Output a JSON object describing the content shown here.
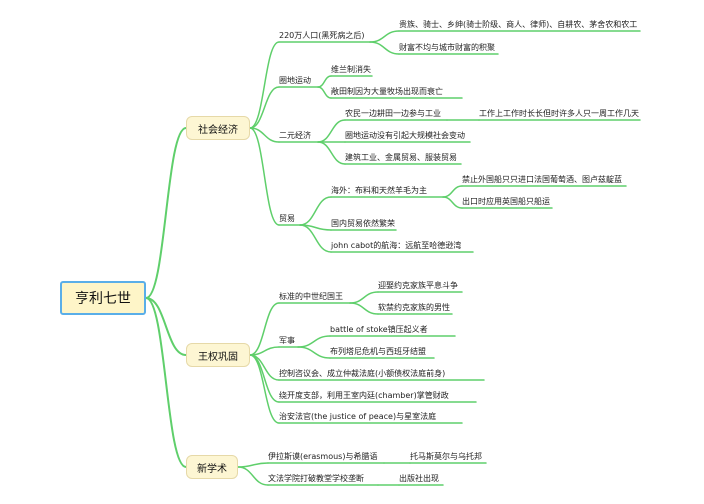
{
  "root": "亨利七世",
  "branches": [
    {
      "label": "社会经济",
      "children": [
        {
          "label": "220万人口(黑死病之后)",
          "children": [
            {
              "label": "贵族、骑士、乡绅(骑士阶级、商人、律师)、自耕农、茅舍农和农工"
            },
            {
              "label": "财富不均与城市财富的积聚"
            }
          ]
        },
        {
          "label": "圈地运动",
          "children": [
            {
              "label": "维兰制消失"
            },
            {
              "label": "敞田制因为大量牧场出现而衰亡"
            }
          ]
        },
        {
          "label": "二元经济",
          "children": [
            {
              "label": "农民一边耕田一边参与工业",
              "children": [
                {
                  "label": "工作上工作时长长但时许多人只一周工作几天"
                }
              ]
            },
            {
              "label": "圈地运动没有引起大规模社会变动"
            },
            {
              "label": "建筑工业、金属贸易、服装贸易"
            }
          ]
        },
        {
          "label": "贸易",
          "children": [
            {
              "label": "海外：布料和天然羊毛为主",
              "children": [
                {
                  "label": "禁止外国船只只进口法国葡萄酒、图卢兹靛蓝"
                },
                {
                  "label": "出口时应用英国船只船运"
                }
              ]
            },
            {
              "label": "国内贸易依然繁荣"
            },
            {
              "label": "john cabot的航海：远航至哈德逊湾"
            }
          ]
        }
      ]
    },
    {
      "label": "王权巩固",
      "children": [
        {
          "label": "标准的中世纪国王",
          "children": [
            {
              "label": "迎娶约克家族平息斗争"
            },
            {
              "label": "软禁约克家族的男性"
            }
          ]
        },
        {
          "label": "军事",
          "children": [
            {
              "label": "battle of stoke镇压起义者"
            },
            {
              "label": "布列塔尼危机与西班牙结盟"
            }
          ]
        },
        {
          "label": "控制咨议会、成立仲裁法庭(小额债权法庭前身)"
        },
        {
          "label": "绕开度支部，利用王室内廷(chamber)掌管财政"
        },
        {
          "label": "治安法官(the justice of peace)与星室法庭"
        }
      ]
    },
    {
      "label": "新学术",
      "children": [
        {
          "label": "伊拉斯谟(erasmous)与希腊语",
          "children": [
            {
              "label": "托马斯莫尔与乌托邦"
            }
          ]
        },
        {
          "label": "文法学院打破教堂学校垄断",
          "children": [
            {
              "label": "出版社出现"
            }
          ]
        }
      ]
    }
  ],
  "colors": {
    "edge": "#5fcf6b",
    "root_border": "#5aaee8",
    "root_fill": "#fef5c8",
    "main_fill": "#fdf6d3"
  }
}
